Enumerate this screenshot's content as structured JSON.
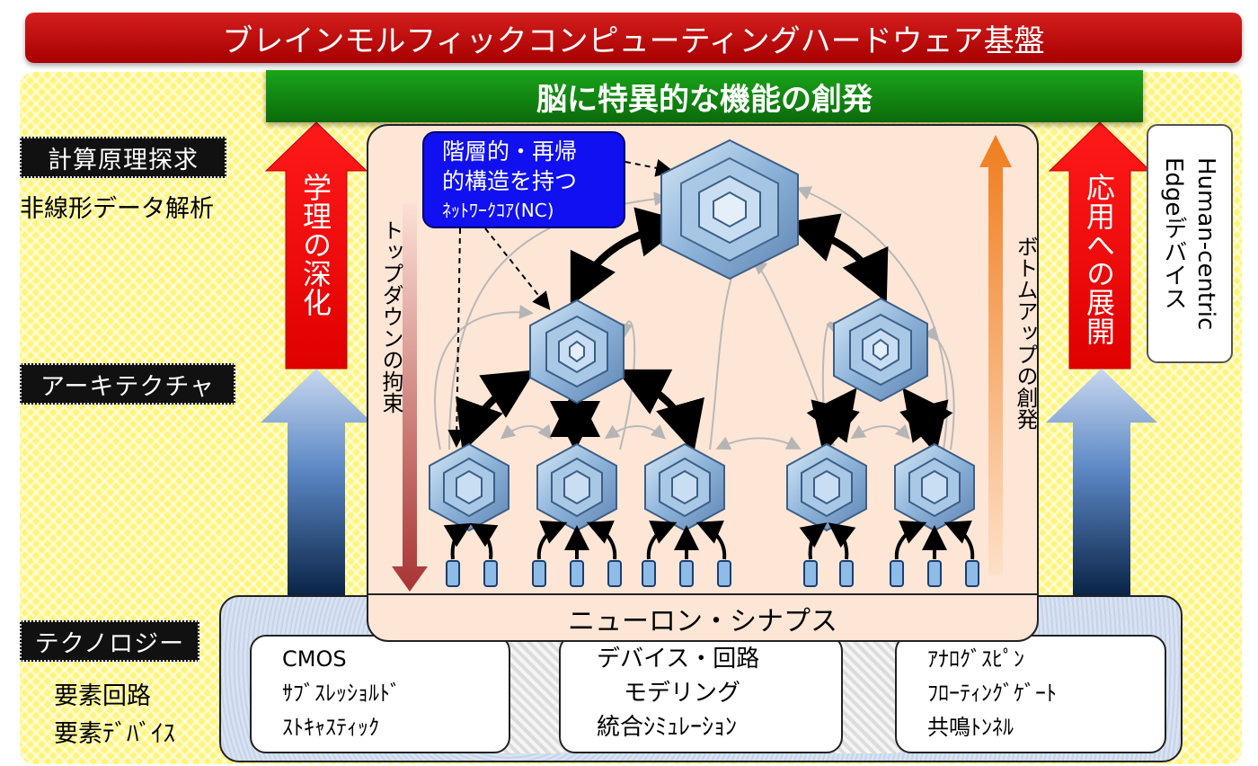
{
  "title": "ブレインモルフィックコンピューティングハードウェア基盤",
  "top_banner": "脳に特異的な機能の創発",
  "left": {
    "theory_heading": "計算原理探求",
    "theory_sub": "非線形データ解析",
    "arch_heading": "アーキテクチャ",
    "tech_heading": "テクノロジー",
    "tech_sub_1": "要素回路",
    "tech_sub_2": "要素ﾃﾞﾊﾞｲｽ"
  },
  "arrows": {
    "left_red": "学理の深化",
    "right_red": "応用への展開",
    "top_down": "トップダウンの拘束",
    "bottom_up": "ボトムアップの創発"
  },
  "edge_box": {
    "line1": "Human-centric",
    "line2": "Edgeデバイス"
  },
  "callout": {
    "line1": "階層的・再帰",
    "line2": "的構造を持つ",
    "line3": "ﾈｯﾄﾜｰｸｺｱ(NC)"
  },
  "neuron_synapse": "ニューロン・シナプス",
  "tech_cards": [
    {
      "lines": [
        "CMOS",
        "ｻﾌﾞｽﾚｯｼｮﾙﾄﾞ",
        "ｽﾄｷｬｽﾃｨｯｸ"
      ]
    },
    {
      "lines": [
        "デバイス・回路",
        "モデリング",
        "統合ｼﾐｭﾚｰｼｮﾝ"
      ]
    },
    {
      "lines": [
        "ｱﾅﾛｸﾞｽﾋﾟﾝ",
        "ﾌﾛｰﾃｨﾝｸﾞｹﾞｰﾄ",
        "共鳴ﾄﾝﾈﾙ"
      ]
    }
  ],
  "colors": {
    "title_red": "#c00000",
    "banner_green": "#128c12",
    "arrow_red": "#ff0000",
    "arrow_blue": "#4f81bd",
    "callout_blue": "#1010f0",
    "hex_blue": "#8fb4d9",
    "panel_peach": "#fde6d6",
    "background_yellow": "#fff47a"
  }
}
